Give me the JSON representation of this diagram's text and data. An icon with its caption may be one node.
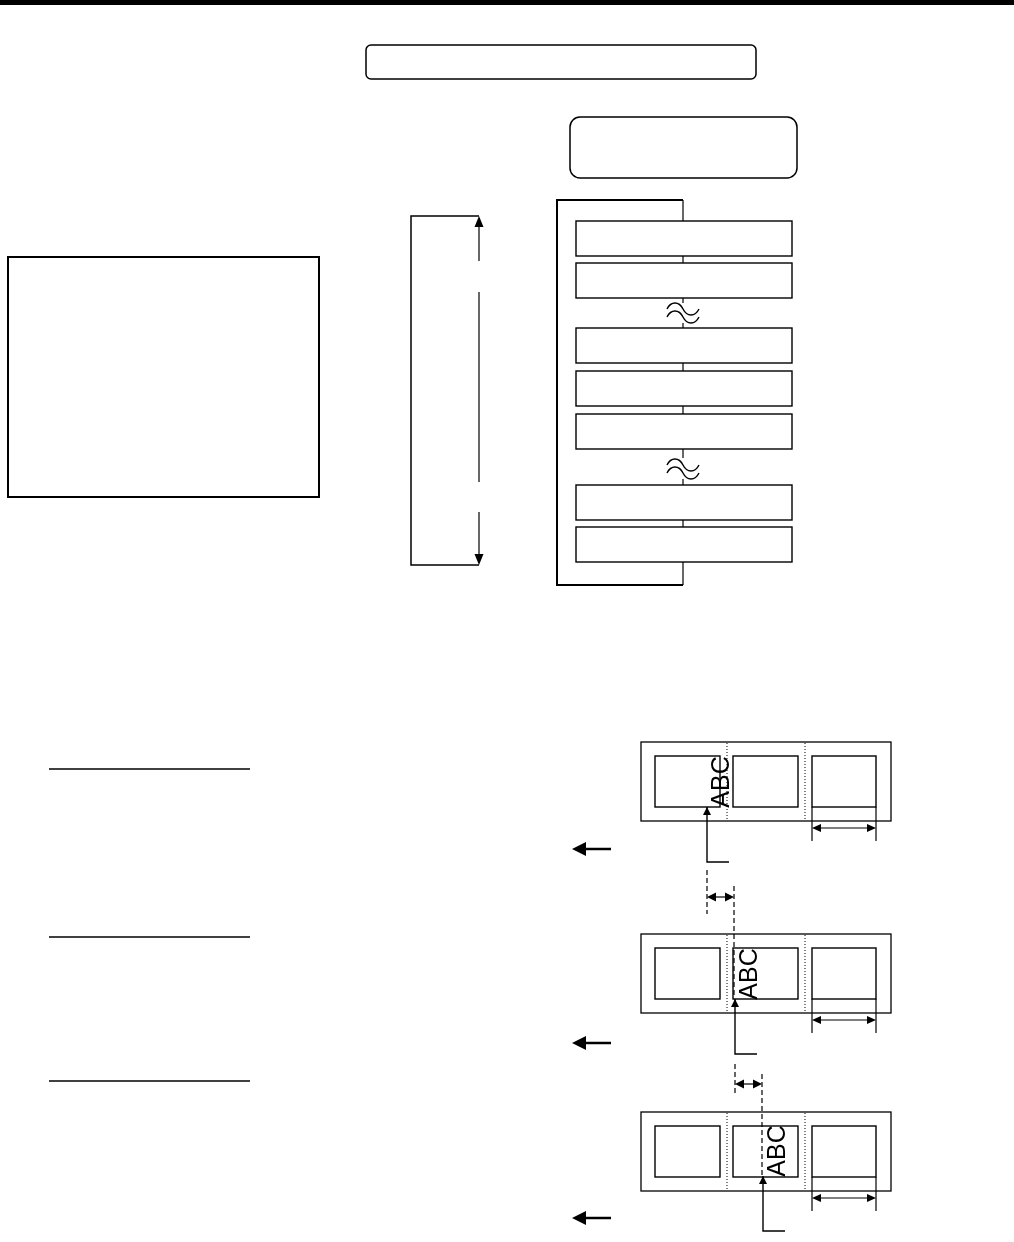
{
  "diagram": {
    "nodes": [
      {
        "text": [
          "ABC"
        ]
      },
      {
        "text": [
          "ABC"
        ]
      },
      {
        "text": [
          "ABC"
        ]
      }
    ],
    "edges": [
      {
        "from": null,
        "to": 0,
        "arrow": "to"
      },
      {
        "from": null,
        "to": 1,
        "arrow": "to"
      },
      {
        "from": null,
        "to": 2,
        "arrow": "to"
      }
    ]
  }
}
